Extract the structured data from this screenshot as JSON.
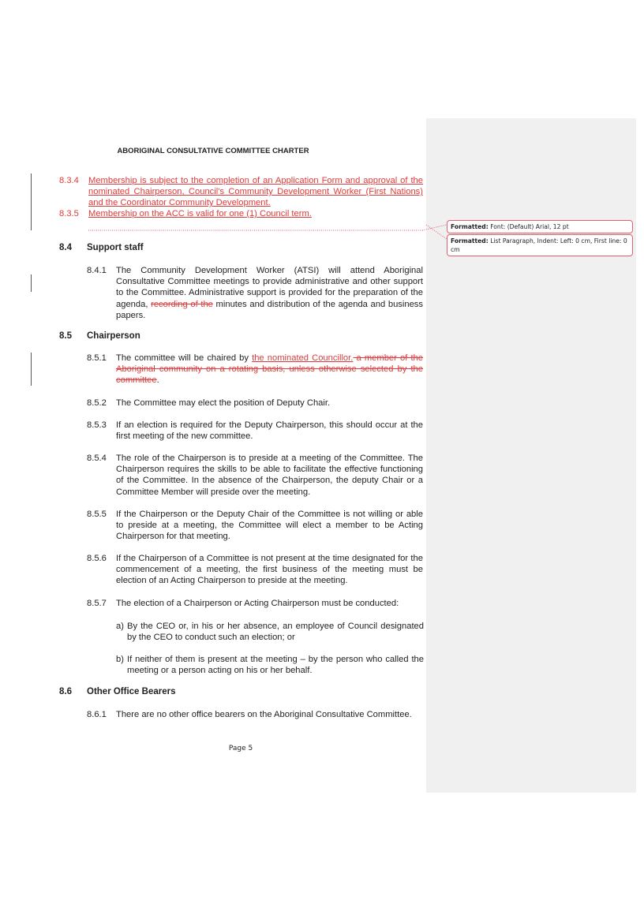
{
  "header": "ABORIGINAL CONSULTATIVE COMMITTEE CHARTER",
  "s834": {
    "num": "8.3.4",
    "text": "Membership is subject to the completion of an Application Form and approval of the nominated Chairperson, Council's Community Development Worker (First Nations) and the Coordinator Community Development."
  },
  "s835": {
    "num": "8.3.5",
    "text": "Membership on the ACC is valid for one (1) Council term."
  },
  "h84": {
    "num": "8.4",
    "title": "Support staff"
  },
  "s841": {
    "num": "8.4.1",
    "a": "The Community Development Worker (ATSI) will attend Aboriginal Consultative Committee meetings to provide administrative and other support to the Committee. Administrative support is provided for the preparation of the agenda, ",
    "del": "recording of the",
    "b": " minutes and distribution of the agenda and business papers."
  },
  "h85": {
    "num": "8.5",
    "title": "Chairperson"
  },
  "s851": {
    "num": "8.5.1",
    "a": "The committee will be chaired by ",
    "ins": "the nominated Councillor.",
    "del": " a member of the Aboriginal community on a rotating basis, unless otherwise selected by the committee",
    "b": "."
  },
  "s852": {
    "num": "8.5.2",
    "text": "The Committee may elect the position of Deputy Chair."
  },
  "s853": {
    "num": "8.5.3",
    "text": "If an election is required for the Deputy Chairperson, this should occur at the first meeting of the new committee."
  },
  "s854": {
    "num": "8.5.4",
    "text": "The role of the Chairperson is to preside at a meeting of the Committee. The Chairperson requires the skills to be able to facilitate the effective functioning of the Committee. In the absence of the Chairperson, the deputy Chair or a Committee Member will preside over the meeting."
  },
  "s855": {
    "num": "8.5.5",
    "text": "If the Chairperson or the Deputy Chair of the Committee is not willing or able to preside at a meeting, the Committee will elect a member to be Acting Chairperson for that meeting."
  },
  "s856": {
    "num": "8.5.6",
    "text": "If the Chairperson of a Committee is not present at the time designated for the commencement of a meeting, the first business of the meeting must be election of an Acting Chairperson to preside at the meeting."
  },
  "s857": {
    "num": "8.5.7",
    "text": "The election of a Chairperson or Acting Chairperson must be conducted:"
  },
  "s857a": {
    "num": "a)",
    "text": "By the CEO or, in his or her absence, an employee of Council designated by the CEO to conduct such an election; or"
  },
  "s857b": {
    "num": "b)",
    "text": "If neither of them is present at the meeting – by the person who called the meeting or a person acting on his or her behalf."
  },
  "h86": {
    "num": "8.6",
    "title": "Other Office Bearers"
  },
  "s861": {
    "num": "8.6.1",
    "text": "There are no other office bearers on the Aboriginal Consultative Committee."
  },
  "footer": "Page 5",
  "comments": [
    {
      "label": "Formatted:",
      "text": "Font: (Default) Arial, 12 pt"
    },
    {
      "label": "Formatted:",
      "text": "List Paragraph, Indent: Left:  0 cm, First line:  0 cm"
    }
  ]
}
